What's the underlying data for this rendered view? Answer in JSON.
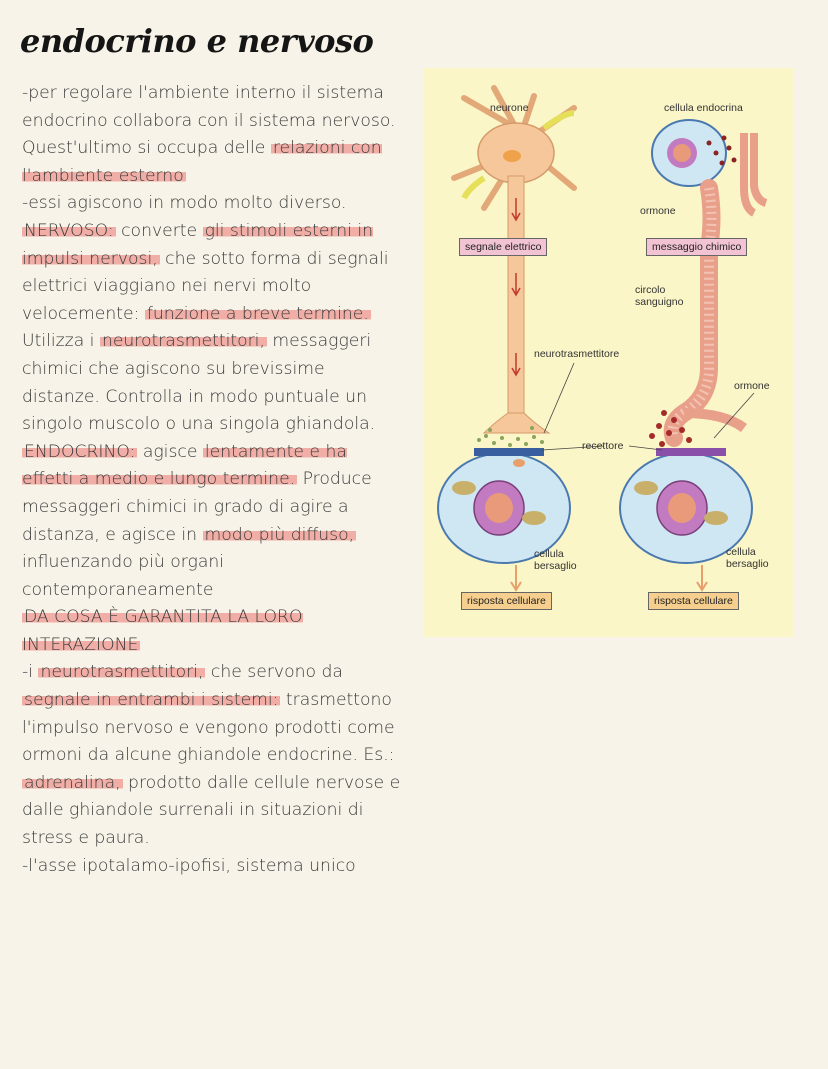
{
  "title": "endocrino e nervoso",
  "notes": {
    "p1_a": "-per regolare l'ambiente interno il sistema endocrino collabora con il sistema nervoso.  Quest'ultimo si occupa delle ",
    "p1_hl": "relazioni con l'ambiente esterno",
    "p2": "-essi agiscono in modo molto diverso.",
    "p3_label": "NERVOSO:",
    "p3_a": " converte ",
    "p3_hl1": "gli stimoli esterni in impulsi nervosi,",
    "p3_b": " che sotto forma di segnali elettrici viaggiano nei nervi molto velocemente: ",
    "p3_hl2": "funzione a breve termine.",
    "p3_c": " Utilizza i ",
    "p3_hl3": "neurotrasmettitori,",
    "p3_d": " messaggeri chimici che agiscono su brevissime distanze. Controlla in modo puntuale un singolo muscolo o una singola ghiandola.",
    "p4_label": "ENDOCRINO:",
    "p4_a": " agisce ",
    "p4_hl1": "lentamente e ha effetti a medio e lungo termine.",
    "p4_b": " Produce messaggeri chimici in grado di agire a distanza, e agisce in ",
    "p4_hl2": "modo più diffuso,",
    "p4_c": " influenzando più organi contemporaneamente",
    "p5_heading": "DA COSA È GARANTITA LA LORO INTERAZIONE",
    "p6_a": "-i ",
    "p6_hl1": "neurotrasmettitori,",
    "p6_b": " che servono da ",
    "p6_hl2": "segnale in entrambi i sistemi:",
    "p6_c": " trasmettono l'impulso nervoso e vengono prodotti come ormoni da alcune ghiandole endocrine. Es.: ",
    "p6_hl3": "adrenalina,",
    "p6_d": " prodotto dalle cellule nervose e dalle ghiandole surrenali in situazioni di stress e paura.",
    "p7": "-l'asse ipotalamo-ipofisi, sistema unico"
  },
  "diagram": {
    "neurone": "neurone",
    "cellula_endocrina": "cellula endocrina",
    "ormone_top": "ormone",
    "segnale_elettrico": "segnale elettrico",
    "messaggio_chimico": "messaggio chimico",
    "circolo_sanguigno": "circolo sanguigno",
    "neurotrasmettitore": "neurotrasmettitore",
    "ormone_right": "ormone",
    "recettore": "recettore",
    "cellula_bersaglio_left": "cellula bersaglio",
    "cellula_bersaglio_right": "cellula bersaglio",
    "risposta_left": "risposta cellulare",
    "risposta_right": "risposta cellulare"
  },
  "colors": {
    "highlight": "#ec7670",
    "figure_bg": "#fbf6c7",
    "neuron": "#f6c79a",
    "vessel": "#e8a08a",
    "cell": "#cfe6f3"
  }
}
